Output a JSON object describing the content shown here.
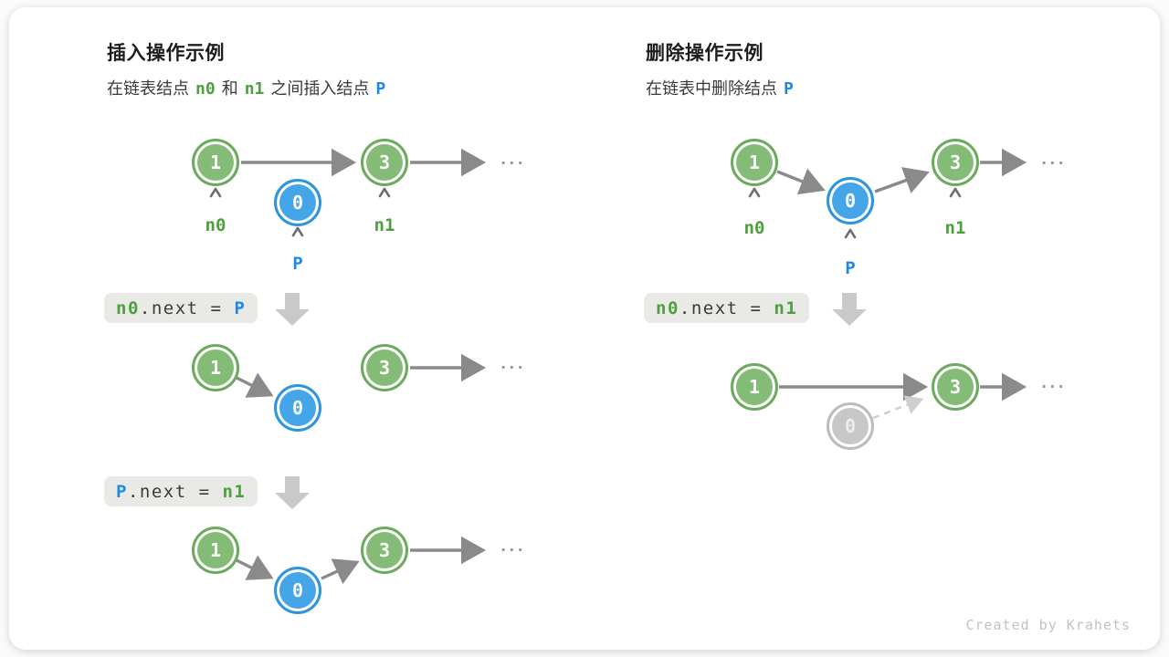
{
  "node_values": {
    "first": "1",
    "inserted": "0",
    "second": "3"
  },
  "ellipsis": "...",
  "footer": "Created by Krahets",
  "insert_panel": {
    "title": "插入操作示例",
    "subtitle": {
      "part1": "在链表结点",
      "var1": "n0",
      "part2": "和",
      "var2": "n1",
      "part3": "之间插入结点",
      "var3": "P"
    },
    "labels": {
      "n0": "n0",
      "p": "P",
      "n1": "n1"
    },
    "code_step1": {
      "lhs": "n0",
      "op": ".next = ",
      "rhs": "P"
    },
    "code_step2": {
      "lhs": "P",
      "op": ".next = ",
      "rhs": "n1"
    }
  },
  "delete_panel": {
    "title": "删除操作示例",
    "subtitle": {
      "part1": "在链表中删除结点",
      "var1": "P"
    },
    "labels": {
      "n0": "n0",
      "p": "P",
      "n1": "n1"
    },
    "code_step1": {
      "lhs": "n0",
      "op": ".next = ",
      "rhs": "n1"
    }
  },
  "colors": {
    "green_node_fill": "#84bb76",
    "green_node_border": "#6cab5e",
    "blue_node_fill": "#45a5e9",
    "blue_node_border": "#2d95dc",
    "gray_node_fill": "#c7c7c7",
    "green_text": "#4ca03e",
    "blue_text": "#1e88e5",
    "arrow": "#8a8a8a",
    "code_box_bg": "#e9e9e6"
  }
}
